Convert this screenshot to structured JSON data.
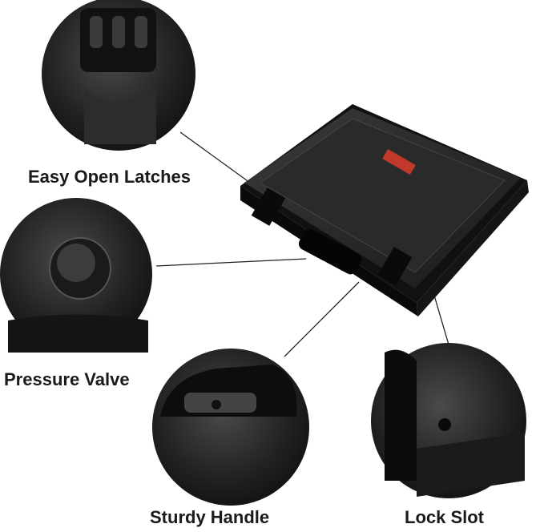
{
  "features": [
    {
      "label": "Easy Open Latches"
    },
    {
      "label": "Pressure Valve"
    },
    {
      "label": "Sturdy Handle"
    },
    {
      "label": "Lock Slot"
    }
  ],
  "colors": {
    "case": "#1c1c1c",
    "badge": "#c0392b",
    "text": "#1a1a1a"
  }
}
